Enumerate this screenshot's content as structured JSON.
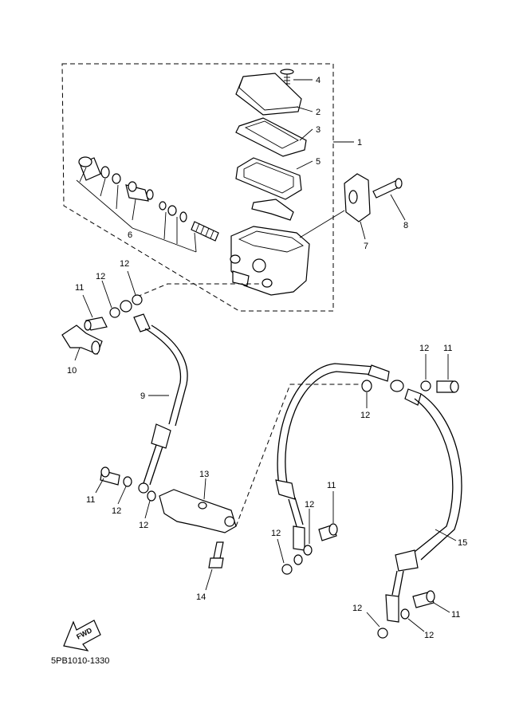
{
  "document_code": "5PB1010-1330",
  "fwd_label": "FWD",
  "callouts": {
    "c1": "1",
    "c2": "2",
    "c3": "3",
    "c4": "4",
    "c5": "5",
    "c6": "6",
    "c7": "7",
    "c8": "8",
    "c9": "9",
    "c10": "10",
    "c11": "11",
    "c12": "12",
    "c13": "13",
    "c14": "14",
    "c15": "15"
  }
}
